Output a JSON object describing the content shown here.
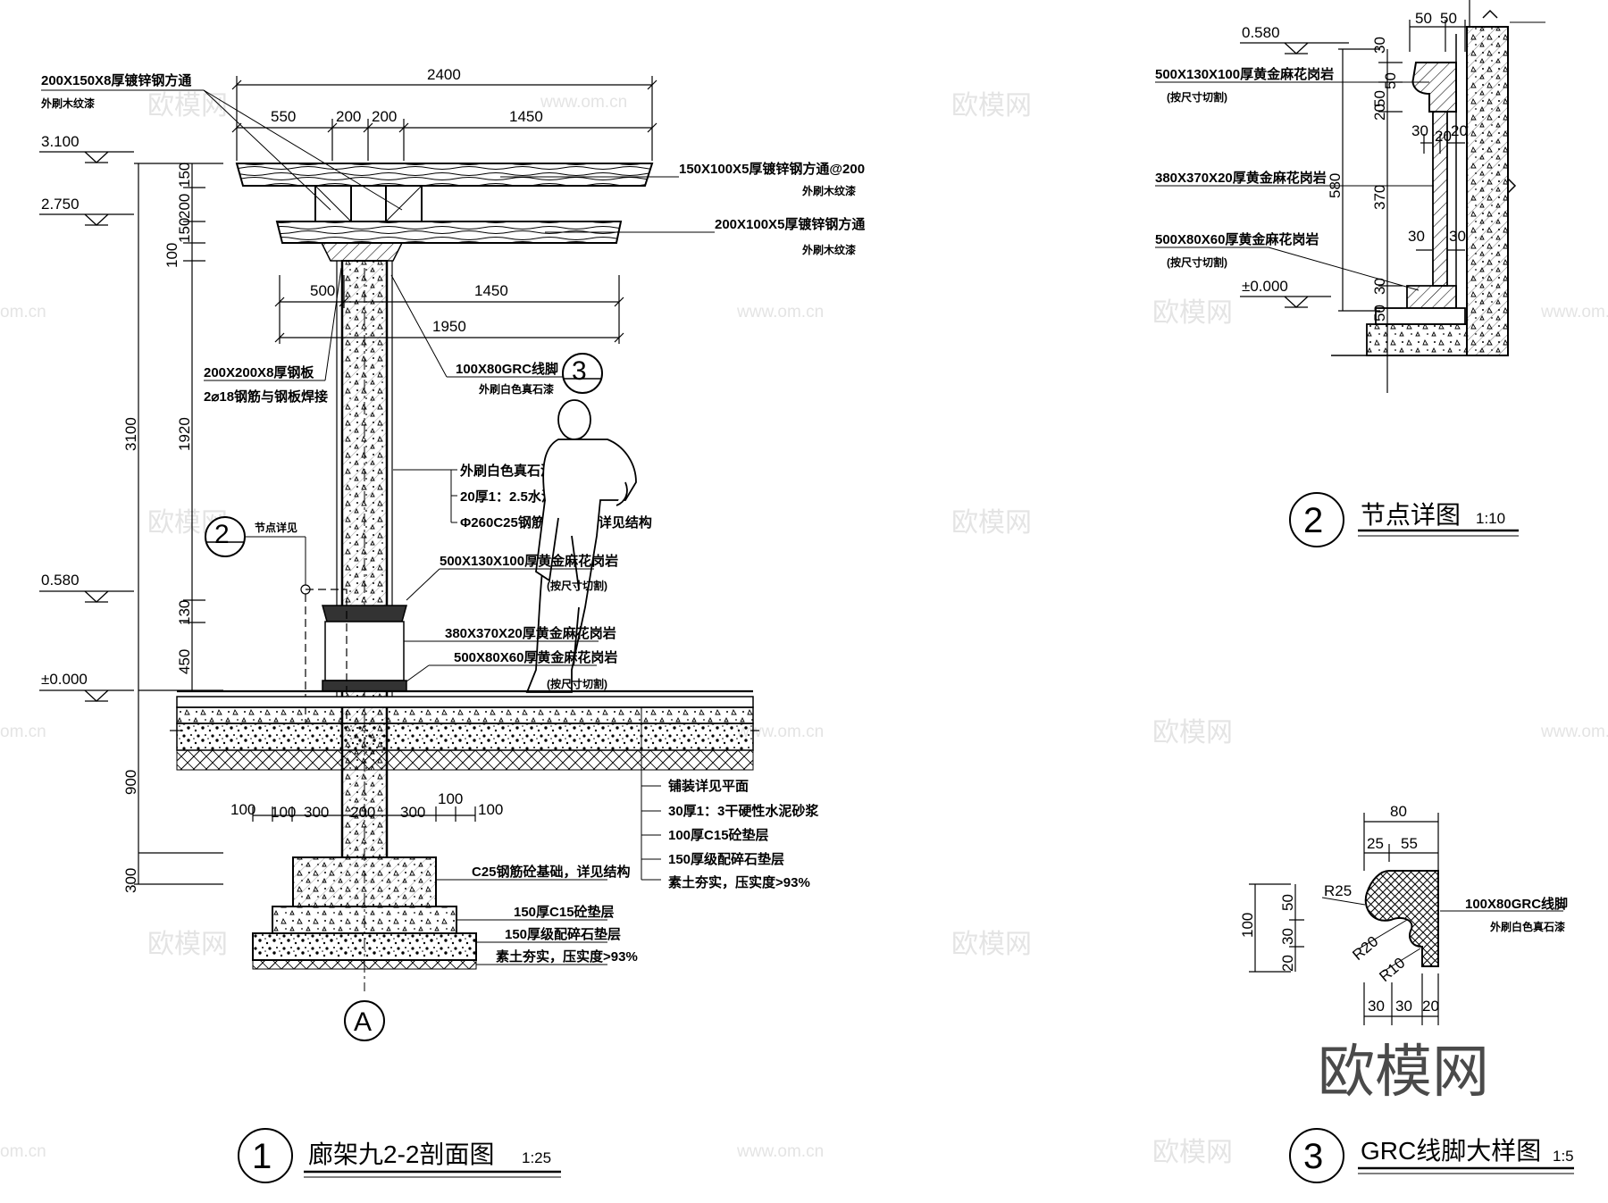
{
  "watermark": {
    "text": "欧模网",
    "url": "www.om.cn",
    "url_partial": "om.cn",
    "brand": "欧模网"
  },
  "drawing1": {
    "number": "1",
    "title": "廊架九2-2剖面图",
    "scale": "1:25",
    "axis": "A",
    "callout2": {
      "number": "2",
      "label": "节点详见"
    },
    "callout3": {
      "number": "3"
    },
    "elevations": [
      "3.100",
      "2.750",
      "0.580",
      "±0.000"
    ],
    "dims_top": [
      "2400",
      "550",
      "200",
      "200",
      "1450"
    ],
    "dims_mid": [
      "500",
      "1450",
      "1950"
    ],
    "dims_left": [
      "150",
      "200",
      "150",
      "100",
      "1920",
      "130",
      "450",
      "3100",
      "900",
      "300"
    ],
    "dims_footing": [
      "100",
      "100",
      "300",
      "200",
      "300",
      "100",
      "100"
    ],
    "notes": {
      "top_beam": [
        "200X150X8厚镀锌钢方通",
        "外刷木纹漆"
      ],
      "beam_1": [
        "150X100X5厚镀锌钢方通@200",
        "外刷木纹漆"
      ],
      "beam_2": [
        "200X100X5厚镀锌钢方通",
        "外刷木纹漆"
      ],
      "plate": [
        "200X200X8厚钢板",
        "2⌀18钢筋与钢板焊接"
      ],
      "grc": [
        "100X80GRC线脚",
        "外刷白色真石漆"
      ],
      "column": [
        "外刷白色真石漆",
        "20厚1：2.5水泥砂浆",
        "Φ260C25钢筋砼柱子，详见结构"
      ],
      "base_1": [
        "500X130X100厚黄金麻花岗岩",
        "(按尺寸切割)"
      ],
      "base_2": [
        "380X370X20厚黄金麻花岗岩"
      ],
      "base_3": [
        "500X80X60厚黄金麻花岗岩",
        "(按尺寸切割)"
      ],
      "paving": [
        "铺装详见平面",
        "30厚1：3干硬性水泥砂浆",
        "100厚C15砼垫层",
        "150厚级配碎石垫层",
        "素土夯实，压实度>93%"
      ],
      "footing": [
        "C25钢筋砼基础，详见结构",
        "150厚C15砼垫层",
        "150厚级配碎石垫层",
        "素土夯实，压实度>93%"
      ]
    }
  },
  "drawing2": {
    "number": "2",
    "title": "节点详图",
    "scale": "1:10",
    "elevations": [
      "0.580",
      "±0.000"
    ],
    "dims_top": [
      "50",
      "50"
    ],
    "dims_left": [
      "30",
      "50",
      "50",
      "20",
      "580",
      "30",
      "20",
      "20",
      "370",
      "30",
      "30",
      "30",
      "50"
    ],
    "notes": [
      [
        "500X130X100厚黄金麻花岗岩",
        "(按尺寸切割)"
      ],
      [
        "380X370X20厚黄金麻花岗岩"
      ],
      [
        "500X80X60厚黄金麻花岗岩",
        "(按尺寸切割)"
      ]
    ]
  },
  "drawing3": {
    "number": "3",
    "title": "GRC线脚大样图",
    "scale": "1:5",
    "dims_top": [
      "80",
      "25",
      "55"
    ],
    "dims_left": [
      "100",
      "50",
      "30",
      "20"
    ],
    "dims_bottom": [
      "30",
      "30",
      "20"
    ],
    "radii": [
      "R25",
      "R20",
      "R10"
    ],
    "note": [
      "100X80GRC线脚",
      "外刷白色真石漆"
    ]
  }
}
